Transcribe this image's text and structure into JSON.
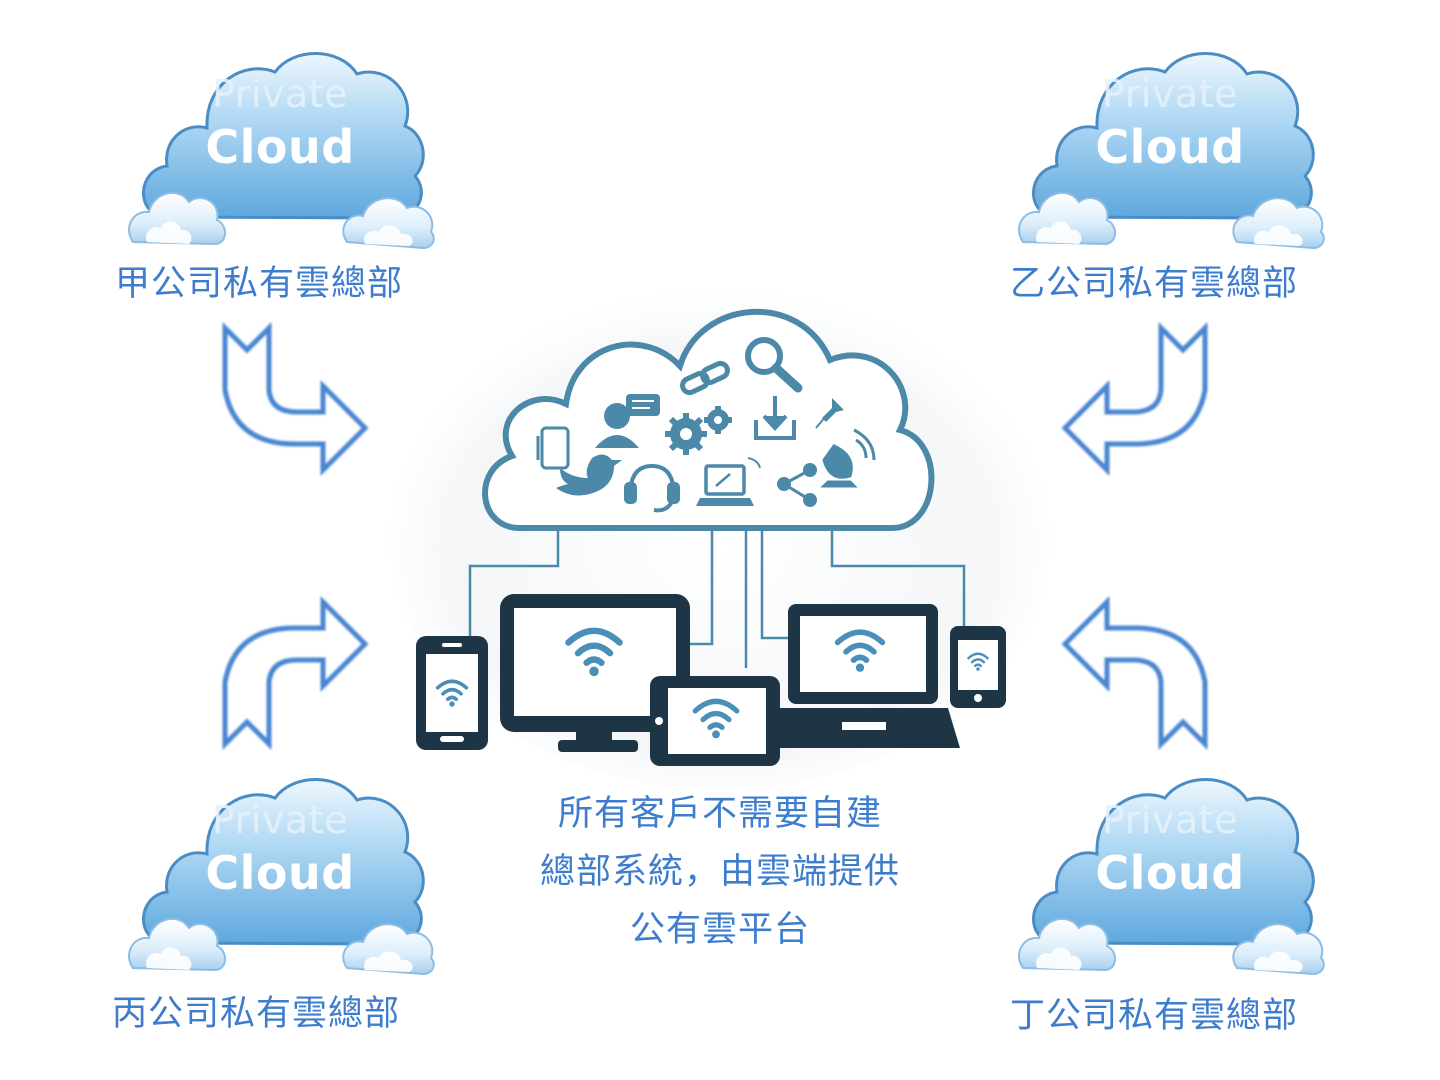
{
  "clouds": [
    {
      "line1": "Private",
      "line2": "Cloud",
      "label": "甲公司私有雲總部"
    },
    {
      "line1": "Private",
      "line2": "Cloud",
      "label": "乙公司私有雲總部"
    },
    {
      "line1": "Private",
      "line2": "Cloud",
      "label": "丙公司私有雲總部"
    },
    {
      "line1": "Private",
      "line2": "Cloud",
      "label": "丁公司私有雲總部"
    }
  ],
  "center": {
    "lines": [
      "所有客戶不需要自建",
      "總部系統，由雲端提供",
      "公有雲平台"
    ]
  },
  "colors": {
    "label_blue": "#3e7ccd",
    "arrow_blue": "#4a86d2",
    "cloud_dark": "#3c7fb3",
    "cloud_light": "#cfe6f8",
    "device_dark": "#1e3546",
    "public_cloud_stroke": "#4c89a8"
  },
  "icons": [
    "tablet-icon",
    "user-chat-icon",
    "link-icon",
    "search-icon",
    "gears-icon",
    "download-icon",
    "pin-icon",
    "bird-icon",
    "headset-icon",
    "laptop-icon",
    "share-icon",
    "satellite-icon",
    "wifi-icon"
  ]
}
